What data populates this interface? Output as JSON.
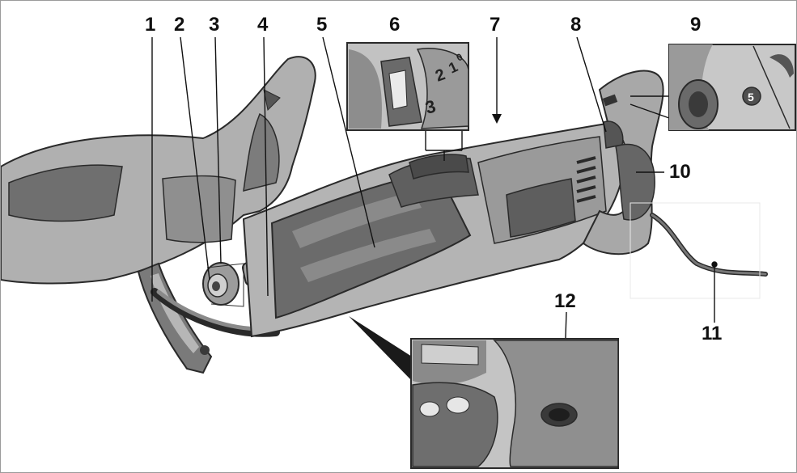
{
  "callouts": {
    "c1": "1",
    "c2": "2",
    "c3": "3",
    "c4": "4",
    "c5": "5",
    "c6": "6",
    "c7": "7",
    "c8": "8",
    "c9": "9",
    "c10": "10",
    "c11": "11",
    "c12": "12"
  },
  "dial_marks": {
    "d1": "3",
    "d2": "2",
    "d3": "1",
    "d4": "0"
  },
  "setting_badge": "5",
  "colors": {
    "body_dark": "#6e6e6e",
    "body_mid": "#8c8c8c",
    "body_light": "#b5b5b5",
    "outline": "#2a2a2a",
    "background": "#ffffff"
  }
}
